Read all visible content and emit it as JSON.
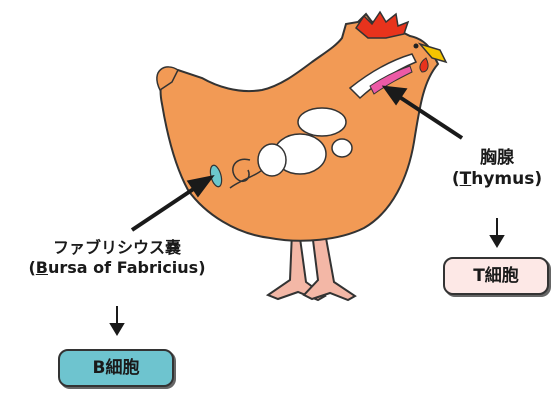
{
  "thymus": {
    "label_jp": "胸腺",
    "label_en_first_letter": "T",
    "label_en_rest": "hymus",
    "cell_label": "T細胞"
  },
  "bursa": {
    "label_jp": "ファブリシウス嚢",
    "label_en_first_letter": "B",
    "label_en_rest": "ursa of Fabricius",
    "cell_label": "B細胞"
  },
  "colors": {
    "chicken_body": "#f29a55",
    "comb": "#e8331c",
    "beak": "#f5c400",
    "legs": "#f3b7a6",
    "thymus_organ": "#ec5aa6",
    "bursa_organ": "#6cc7cc",
    "t_cell_badge": "#fde8e6",
    "b_cell_badge": "#6ec4cf"
  }
}
